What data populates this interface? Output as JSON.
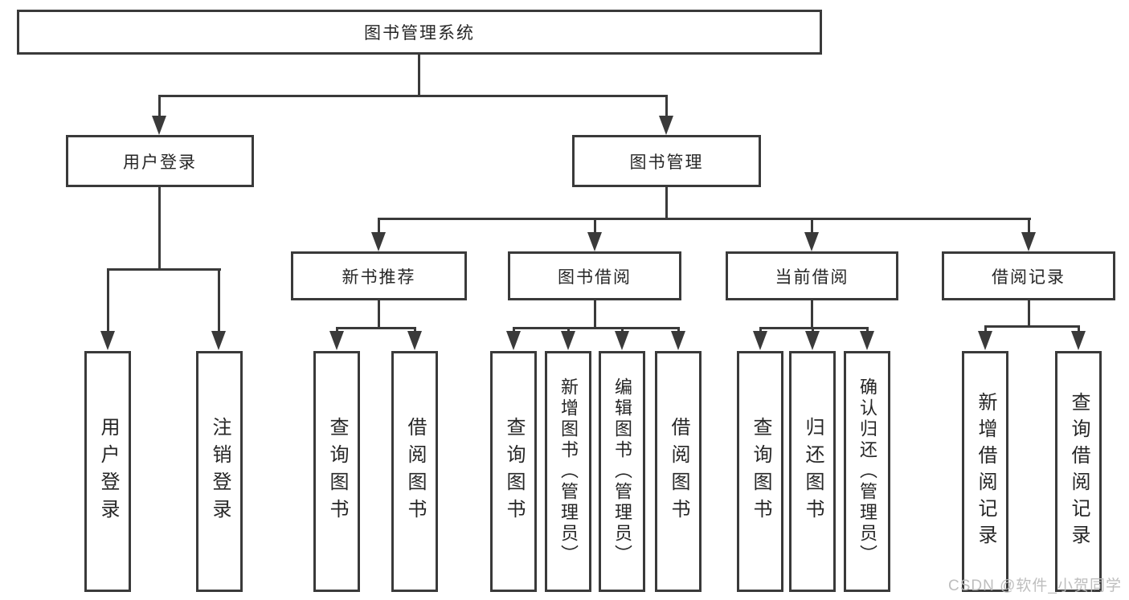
{
  "diagram": {
    "title": "图书管理系统",
    "root": {
      "label": "图书管理系统"
    },
    "level2": [
      {
        "label": "用户登录"
      },
      {
        "label": "图书管理"
      }
    ],
    "level3": [
      {
        "label": "新书推荐"
      },
      {
        "label": "图书借阅"
      },
      {
        "label": "当前借阅"
      },
      {
        "label": "借阅记录"
      }
    ],
    "leaves": {
      "user": [
        {
          "label": "用户登录"
        },
        {
          "label": "注销登录"
        }
      ],
      "recommend": [
        {
          "label": "查询图书"
        },
        {
          "label": "借阅图书"
        }
      ],
      "borrow": [
        {
          "label": "查询图书"
        },
        {
          "label": "新增图书（管理员）"
        },
        {
          "label": "编辑图书（管理员）"
        },
        {
          "label": "借阅图书"
        }
      ],
      "current": [
        {
          "label": "查询图书"
        },
        {
          "label": "归还图书"
        },
        {
          "label": "确认归还（管理员）"
        }
      ],
      "records": [
        {
          "label": "新增借阅记录"
        },
        {
          "label": "查询借阅记录"
        }
      ]
    }
  },
  "watermark": {
    "text": "CSDN @软件_小贺同学"
  },
  "colors": {
    "line": "#3a3a3a",
    "text": "#262626",
    "watermark": "#bababa",
    "background": "#ffffff"
  }
}
